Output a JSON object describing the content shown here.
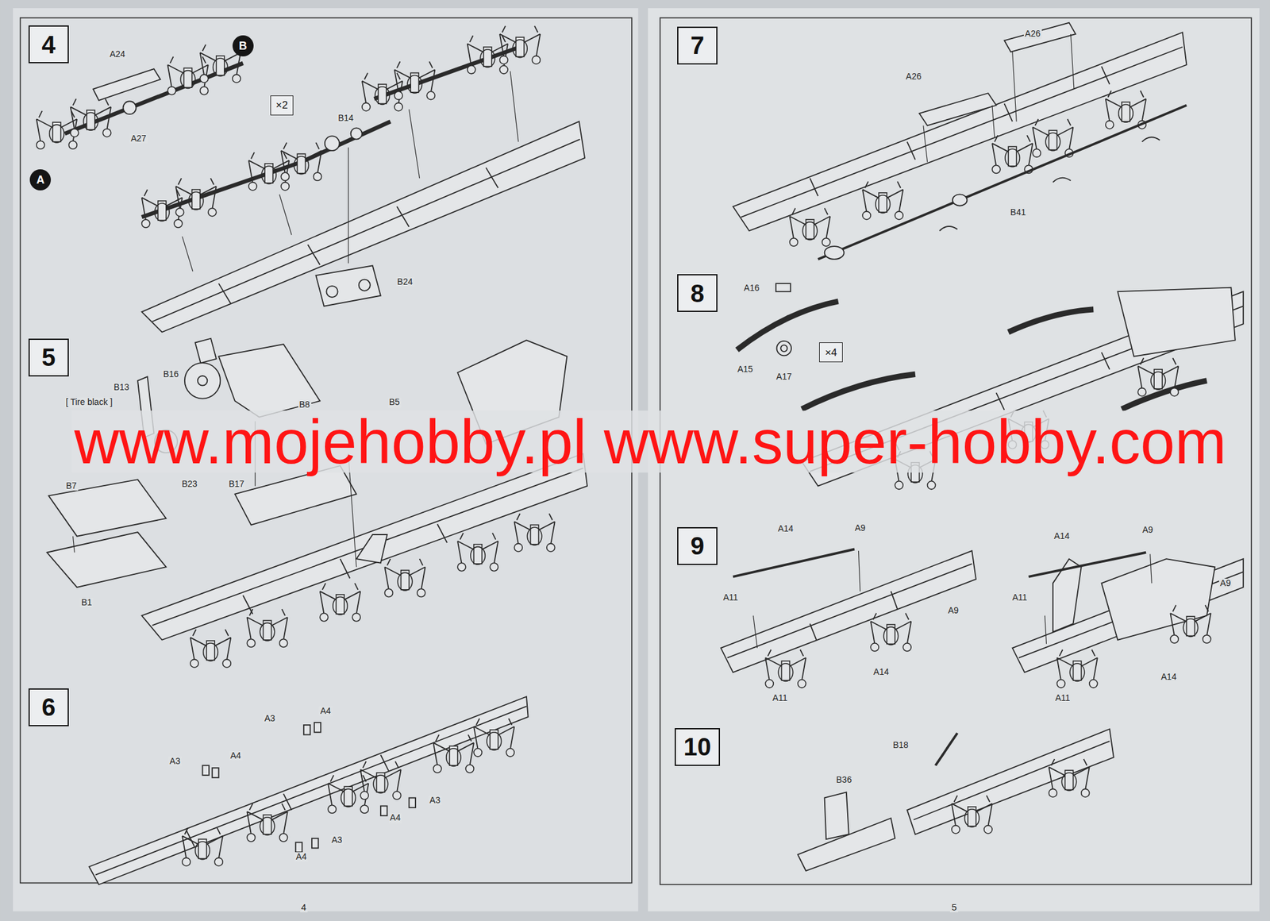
{
  "diagram": {
    "nodes": [
      {
        "text": [
          "4"
        ]
      },
      {
        "text": [
          "B"
        ]
      },
      {
        "text": [
          "A"
        ]
      },
      {
        "text": [
          "×2"
        ]
      },
      {
        "text": [
          "5"
        ]
      },
      {
        "text": [
          "6"
        ]
      },
      {
        "text": [
          "7"
        ]
      },
      {
        "text": [
          "8"
        ]
      },
      {
        "text": [
          "×4"
        ]
      },
      {
        "text": [
          "9"
        ]
      },
      {
        "text": [
          "10"
        ]
      }
    ],
    "labels": [
      "A24",
      "A27",
      "B14",
      "B24",
      "B16",
      "B13",
      "[ Tire black ]",
      "B8",
      "B5",
      "B17",
      "B23",
      "B7",
      "B1",
      "A3",
      "A4",
      "A3",
      "A4",
      "A3",
      "A4",
      "A3",
      "A4",
      "A26",
      "A26",
      "B41",
      "A16",
      "A15",
      "A17",
      "A14",
      "A9",
      "A11",
      "A9",
      "A14",
      "A11",
      "A14",
      "A9",
      "A11",
      "A9",
      "A14",
      "A11",
      "B18",
      "B36",
      "4",
      "5",
      "www.mojehobby.pl www.super-hobby.com"
    ]
  }
}
